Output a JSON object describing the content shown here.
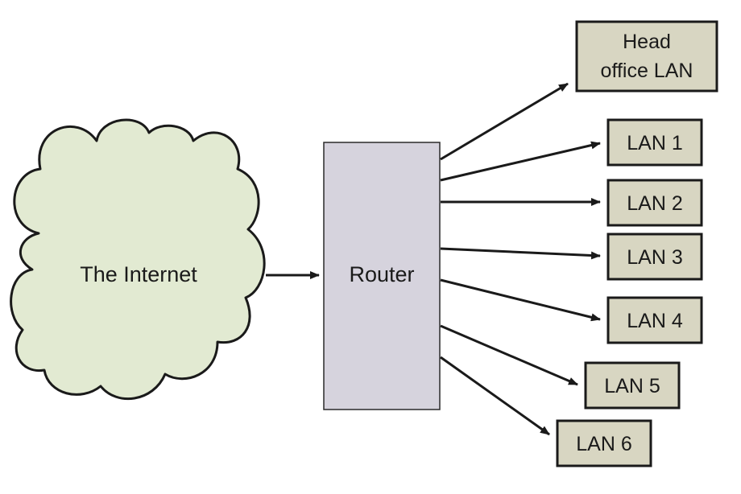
{
  "nodes": {
    "internet": {
      "label": "The Internet"
    },
    "router": {
      "label": "Router"
    },
    "head_office": {
      "label_line1": "Head",
      "label_line2": "office LAN"
    },
    "lans": [
      "LAN 1",
      "LAN 2",
      "LAN 3",
      "LAN 4",
      "LAN 5",
      "LAN 6"
    ]
  },
  "colors": {
    "cloud_fill": "#e2ead2",
    "router_fill": "#d6d3dd",
    "lan_fill": "#d8d6c2",
    "stroke": "#1a1a1a"
  }
}
